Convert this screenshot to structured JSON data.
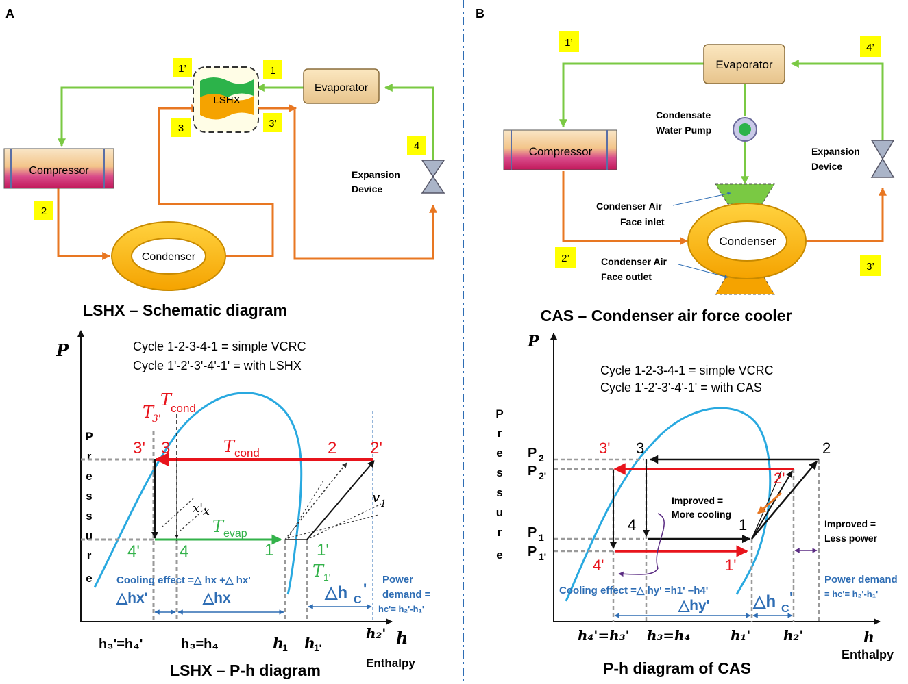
{
  "panelA": {
    "letter": "A",
    "schematic": {
      "title": "LSHX – Schematic diagram",
      "lshx": "LSHX",
      "evaporator": "Evaporator",
      "compressor": "Compressor",
      "condenser": "Condenser",
      "expansion_line1": "Expansion",
      "expansion_line2": "Device",
      "tags": {
        "t1p": "1’",
        "t1": "1",
        "t3": "3",
        "t3p": "3’",
        "t4": "4",
        "t2": "2"
      }
    },
    "ph": {
      "title": "LSHX – P-h diagram",
      "y_axis": "P",
      "x_axis": "h",
      "enthalpy": "Enthalpy",
      "pressure": [
        "P",
        "r",
        "e",
        "s",
        "s",
        "u",
        "r",
        "e"
      ],
      "cycle1": "Cycle 1-2-3-4-1 = simple VCRC",
      "cycle2": "Cycle 1'-2'-3'-4'-1' = with LSHX",
      "t3p_T": "T",
      "t3p_sub": "3'",
      "tcond_T": "T",
      "tcond_sub": "cond",
      "tcond2_T": "T",
      "tcond2_sub": "cond",
      "tevap_T": "T",
      "tevap_sub": "evap",
      "t1p_T": "T",
      "t1p_sub": "1'",
      "pt3p": "3'",
      "pt3": "3",
      "pt2": "2",
      "pt2p": "2'",
      "pt4p": "4'",
      "pt4": "4",
      "pt1": "1",
      "pt1p": "1'",
      "xp": "x'",
      "x": "x",
      "v1": "v",
      "v1_sub": "1",
      "cooling": "Cooling effect =△ hx +△ hx'",
      "dhxp": "△hx'",
      "dhx": "△hx",
      "dhc": "△h",
      "dhc_sub": "C",
      "dhc_prime": "'",
      "power1": "Power",
      "power2": "demand =",
      "power3": "hc'=  h₂'-h₁'",
      "tick1": "h₃'=h₄'",
      "tick2": "h₃=h₄",
      "tick3": "h",
      "tick3_sub": "1",
      "tick4": "h",
      "tick4_sub": "1'",
      "tick5": "h₂'"
    }
  },
  "panelB": {
    "letter": "B",
    "schematic": {
      "title": "CAS – Condenser air force cooler",
      "evaporator": "Evaporator",
      "compressor": "Compressor",
      "condenser": "Condenser",
      "pump1": "Condensate",
      "pump2": "Water Pump",
      "exp1": "Expansion",
      "exp2": "Device",
      "inlet1": "Condenser  Air",
      "inlet2": "Face inlet",
      "outlet1": "Condenser  Air",
      "outlet2": "Face outlet",
      "tags": {
        "t1p": "1’",
        "t4p": "4’",
        "t2p": "2’",
        "t3p": "3’"
      }
    },
    "ph": {
      "title": "P-h diagram of CAS",
      "y_axis": "P",
      "x_axis": "h",
      "enthalpy": "Enthalpy",
      "pressure": [
        "P",
        "r",
        "e",
        "s",
        "s",
        "u",
        "r",
        "e"
      ],
      "cycle1": "Cycle 1-2-3-4-1 = simple VCRC",
      "cycle2": "Cycle 1'-2'-3'-4'-1' = with CAS",
      "p2": "P",
      "p2_sub": "2",
      "p2p": "P",
      "p2p_sub": "2'",
      "p1": "P",
      "p1_sub": "1",
      "p1p": "P",
      "p1p_sub": "1'",
      "pt3p": "3'",
      "pt3": "3",
      "pt2": "2",
      "pt2p": "2'",
      "pt4": "4",
      "pt1": "1",
      "pt4p": "4'",
      "pt1p": "1'",
      "impr1": "Improved =",
      "impr2": "More cooling",
      "impr3": "Improved =",
      "impr4": "Less power",
      "power1": "Power demand",
      "power2": "= hc'=  h₂'-h₁'",
      "cooling": "Cooling effect =△ hy' =h1' –h4'",
      "dhy": "△hy'",
      "dhc": "△h",
      "dhc_sub": "C",
      "dhc_prime": "'",
      "tick1": "h₄'=h₃'",
      "tick2": "h₃=h₄",
      "tick3": "h₁'",
      "tick4": "h₂'"
    }
  },
  "colors": {
    "green": "#7ac943",
    "orange": "#e87722",
    "blue_curve": "#29a9e0",
    "red": "#e8141c",
    "tag_yellow": "#ffff00",
    "box_blue": "#2e6db4"
  }
}
